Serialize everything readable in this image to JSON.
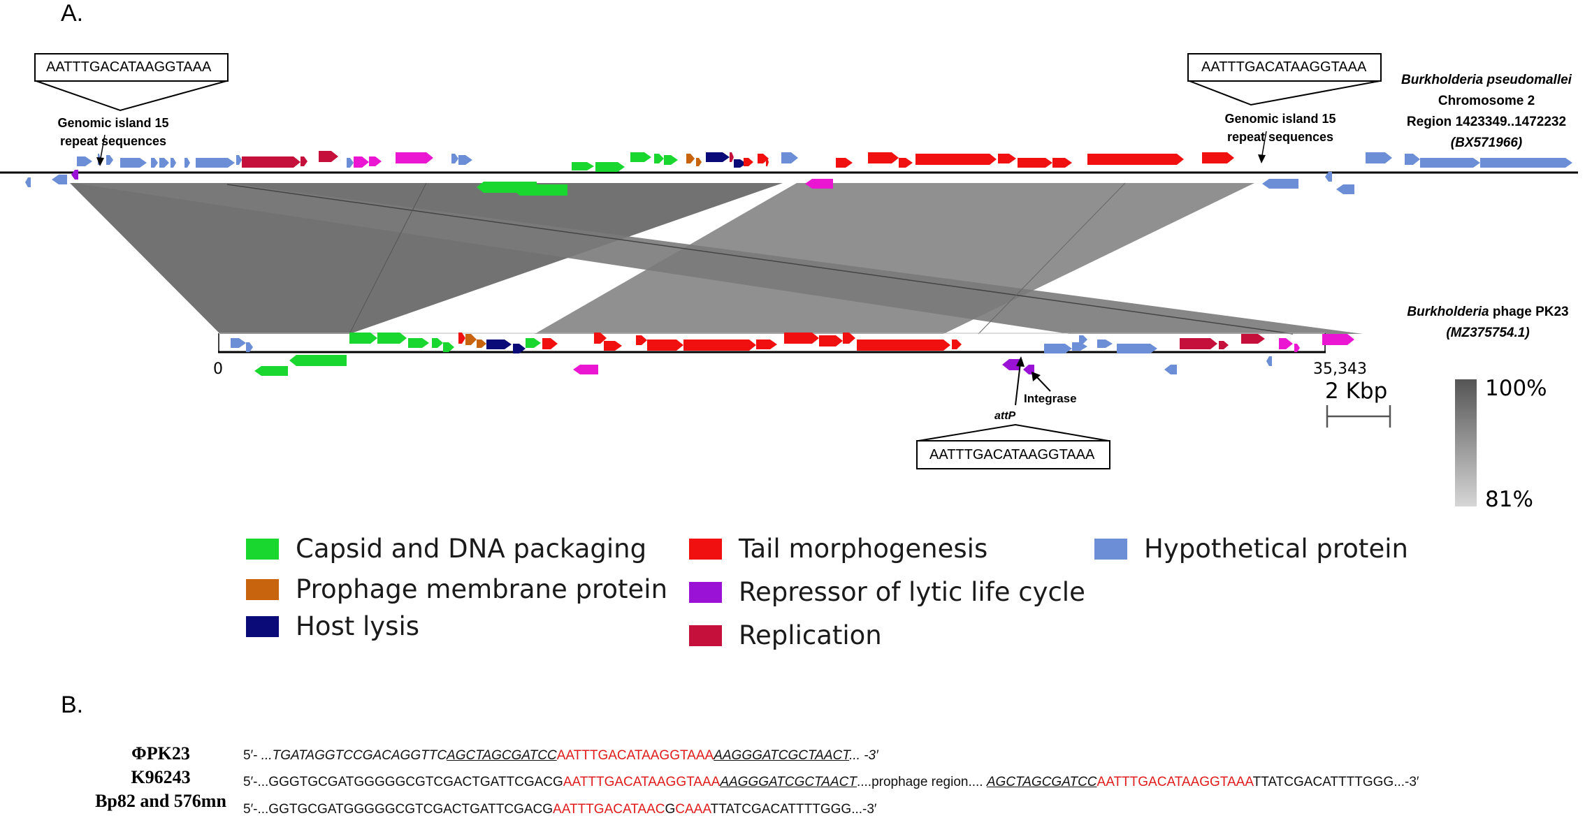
{
  "panels": {
    "a": "A.",
    "b": "B."
  },
  "chromosome": {
    "species": "Burkholderia pseudomallei",
    "chromosome": "Chromosome 2",
    "region": "Region 1423349..1472232",
    "accession": "BX571966"
  },
  "phage": {
    "genus": "Burkholderia",
    "name": " phage PK23",
    "accession": "MZ375754.1",
    "start": "0",
    "end": "35,343"
  },
  "motifs": {
    "left": "AATTTGACATAAGGTAAA",
    "right": "AATTTGACATAAGGTAAA",
    "attp": "AATTTGACATAAGGTAAA"
  },
  "labels": {
    "gi_left_l1": "Genomic island 15",
    "gi_left_l2": "repeat sequences",
    "gi_right_l1": "Genomic island 15",
    "gi_right_l2": "repeat sequences",
    "integrase": "Integrase",
    "attp": "attP"
  },
  "scale": {
    "length": "2 Kbp",
    "max": "100%",
    "min": "81%"
  },
  "colors": {
    "capsid": "#19d72f",
    "membrane": "#c8640e",
    "lysis": "#0a0a78",
    "tail": "#f01010",
    "repressor": "#9a12d6",
    "replication": "#c4103a",
    "hypothetical": "#6b8ed6",
    "magenta": "#ea16d2"
  },
  "legend": [
    {
      "label": "Capsid and DNA packaging",
      "color": "#19d72f"
    },
    {
      "label": "Prophage membrane protein",
      "color": "#c8640e"
    },
    {
      "label": "Host lysis",
      "color": "#0a0a78"
    },
    {
      "label": "Tail morphogenesis",
      "color": "#f01010"
    },
    {
      "label": "Repressor of lytic life cycle",
      "color": "#9a12d6"
    },
    {
      "label": "Replication",
      "color": "#c4103a"
    },
    {
      "label": "Hypothetical protein",
      "color": "#6b8ed6"
    }
  ],
  "sequences": {
    "rows": [
      {
        "label": "ΦPK23"
      },
      {
        "label": "K96243"
      },
      {
        "label": "Bp82 and 576mn"
      }
    ],
    "r1": {
      "p1": "5′-  ",
      "p2": "...TGATAGGTCCGACAGGTTC",
      "p3": "AGCTAGCGATCC",
      "p4": "AATTTGACATAAGGTAAA",
      "p5": "AAGGGATCGCTAACT",
      "p6": "... -3′"
    },
    "r2": {
      "p1": "5′-...GGGTGCGATGGGGGCGTCGACTGATTCGACG",
      "p2": "AATTTGACATAAGGTAAA",
      "p3": "AAGGGATCGCTAACT",
      "p4": "....prophage region.... ",
      "p5": "AGCTAGCGATCC",
      "p6": "AATTTGACATAAGGTAAA",
      "p7": "TTATCGACATTTTGGG...-3′"
    },
    "r3": {
      "p1": "5′-...GGTGCGATGGGGGCGTCGACTGATTCGACG",
      "p2": "AATTTGACATAAC",
      "p3": "G",
      "p4": "CAAA",
      "p5": "TTATCGACATTTTGGG...-3′"
    }
  }
}
